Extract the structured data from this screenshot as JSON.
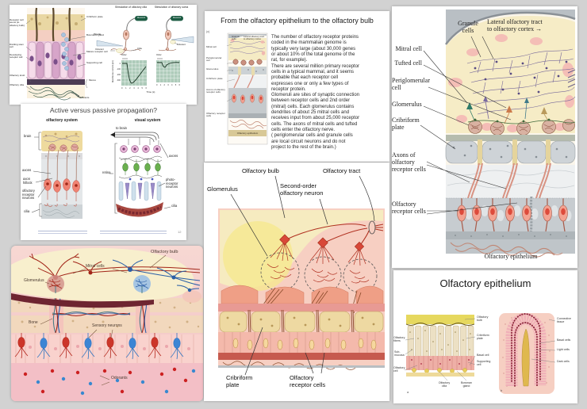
{
  "page": {
    "background": "#d2d2d2"
  },
  "panel_epithelium_recording": {
    "left_labels": [
      "Receptor cell axons (to olfactory bulb)",
      "Dividing stem cell",
      "Developing receptor cell",
      "Olfactory knob",
      "Olfactory cilia"
    ],
    "right_labels": [
      "Cribriform plate",
      "Bowman's gland",
      "Mature receptor cell",
      "Supporting cell",
      "Mucus"
    ],
    "odorants": "Odorants",
    "recording": {
      "title_cilia": "Stimulation of olfactory cilia",
      "title_soma": "Stimulation of olfactory soma",
      "record": "Record",
      "pipette": "Pipette",
      "odorant": "Odorant",
      "cilia": "Cilia",
      "odor": "Odor",
      "y_axis": "Membrane current (pA)",
      "y_ticks": [
        "0",
        "-100",
        "-200",
        "-300"
      ],
      "x_ticks": "0 1 2 3 4 5 6",
      "x_axis": "Time (s)"
    }
  },
  "panel_propagation": {
    "title": "Active versus passive propagation?",
    "olfactory_heading": "olfactory system",
    "visual_heading": "visual system",
    "brain": "brain",
    "axons_left": "axons",
    "axon_hillock": "axon\nhillock",
    "olfactory_receptor_neurons": "olfactory\nreceptor\nneurons",
    "cilia_left": "cilia",
    "to_brain": "to brain",
    "retina": "retina",
    "axons_right": "axons",
    "photoreceptor_neurons": "photo-\nreceptor\nneurons",
    "cilia_right": "cilia",
    "page_number": "12"
  },
  "panel_bulb_cartoon": {
    "olfactory_bulb": "Olfactory bulb",
    "mitral_cells": "Mitral cells",
    "glomerulus": "Glomerulus",
    "bone": "Bone",
    "sensory_neurons": "Sensory neurons",
    "odorants": "Odorants"
  },
  "panel_slide": {
    "title": "From the olfactory epithelium to the olfactory bulb",
    "marker": "(c)",
    "body": "The number of olfactory receptor proteins\ncoded in the mammalian genome is\ntypically very large (about 30,000 genes\nor about 10% of the total genome of the\nrat, for example).\nThere are several million primary receptor\ncells in a typical mammal, and it seems\nprobable that each receptor cell\nexpresses one or only a few types of\nreceptor protein.\nGlomeruli are sites of synaptic connection\nbetween receptor cells and 2nd order\n(mitral) cells.  Each glomerulus contains\ndendrites of about 25 mitral cells and\nreceives input from about 25,000 receptor\ncells.  The axons of mitral cells and tufted\ncells enter the olfactory nerve.\n( periglomerular cells and granule cells\nare local circuit neurons and do not\nproject to the rest of the brain.)",
    "mini": {
      "granule_cells": "Granule cells",
      "tract": "Lateral olfactory tract to olfactory cortex",
      "mitral_cell": "Mitral cell",
      "periglomerular_cell": "Periglomerular cell",
      "glomerulus": "Glomerulus",
      "cribriform_plate": "Cribriform plate",
      "axons": "Axons of olfactory receptor cells",
      "receptor_cells": "Olfactory receptor cells",
      "caption": "Olfactory epithelium"
    }
  },
  "panel_bulb_diagram": {
    "olfactory_bulb": "Olfactory bulb",
    "olfactory_tract": "Olfactory tract",
    "glomerulus": "Glomerulus",
    "second_order": "Second-order\nolfactory neuron",
    "cribriform_plate": "Cribriform\nplate",
    "receptor_cells": "Olfactory\nreceptor cells"
  },
  "panel_bulb_detail": {
    "granule_cells": "Granule\ncells",
    "tract": "Lateral olfactory tract\nto olfactory cortex →",
    "mitral_cell": "Mitral cell",
    "tufted_cell": "Tufted cell",
    "periglomerular_cell": "Periglomerular\ncell",
    "glomerulus": "Glomerulus",
    "cribriform_plate": "Cribriform\nplate",
    "axons": "Axons of\nolfactory\nreceptor cells",
    "receptor_cells": "Olfactory\nreceptor cells",
    "caption": "Olfactory epithelium"
  },
  "panel_epithelium_slide": {
    "title": "Olfactory epithelium",
    "fig_a": {
      "olfactory_fibers": "Olfactory\nfibers",
      "sub_mucosa": "Sub-\nmucosa",
      "olfactory_cell": "Olfactory\ncell",
      "olfactory_bulb": "Olfactory\nbulb",
      "cribriform_plate": "Cribriform\nplate",
      "basal_cell": "Basal cell",
      "supporting_cell": "Supporting\ncell",
      "olfactory_cilia": "Olfactory\ncilia",
      "bowman_gland": "Bowman\ngland",
      "marker": "a"
    },
    "fig_b": {
      "connective_tissue": "Connective\ntissue",
      "basal_cells": "Basal cells",
      "light_cells": "Light cells",
      "dark_cells": "Dark cells",
      "marker": "b"
    }
  }
}
